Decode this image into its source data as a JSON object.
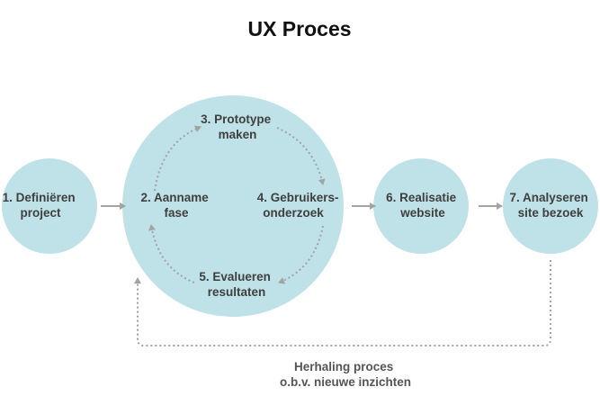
{
  "title": "UX Proces",
  "colors": {
    "circle_fill": "#bfe2e8",
    "arrow": "#a3a3a3",
    "text": "#3f3f3f"
  },
  "nodes": [
    {
      "lines": [
        "1. Definiëren",
        "project"
      ]
    },
    {
      "lines": [
        "2. Aanname",
        "fase"
      ]
    },
    {
      "lines": [
        "3. Prototype",
        "maken"
      ]
    },
    {
      "lines": [
        "4. Gebruikers-",
        "onderzoek"
      ]
    },
    {
      "lines": [
        "5. Evalueren",
        "resultaten"
      ]
    },
    {
      "lines": [
        "6. Realisatie",
        "website"
      ]
    },
    {
      "lines": [
        "7. Analyseren",
        "site bezoek"
      ]
    }
  ],
  "feedback_loop": {
    "lines": [
      "Herhaling proces",
      "o.b.v. nieuwe inzichten"
    ]
  }
}
